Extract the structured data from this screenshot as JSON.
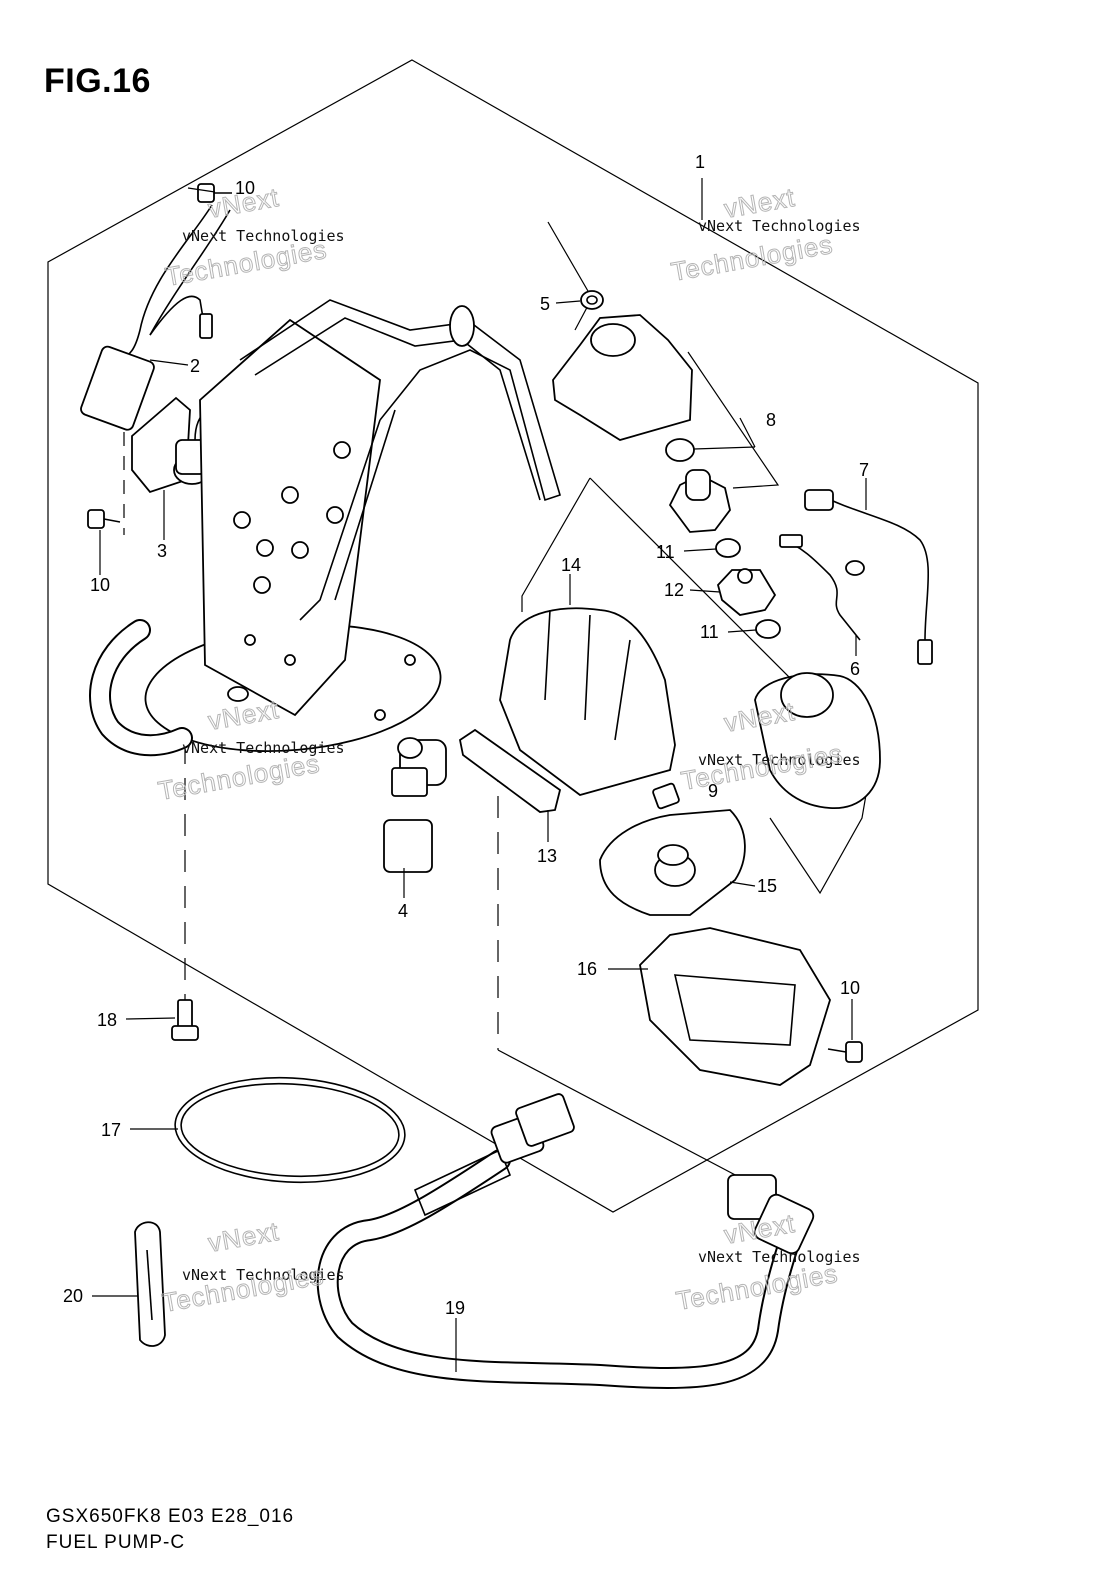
{
  "figure": {
    "title": "FIG.16",
    "model_code": "GSX650FK8 E03 E28_016",
    "section_name": "FUEL PUMP-C"
  },
  "callouts": [
    {
      "id": "c1",
      "label": "1"
    },
    {
      "id": "c2",
      "label": "2"
    },
    {
      "id": "c3",
      "label": "3"
    },
    {
      "id": "c4",
      "label": "4"
    },
    {
      "id": "c5",
      "label": "5"
    },
    {
      "id": "c6",
      "label": "6"
    },
    {
      "id": "c7",
      "label": "7"
    },
    {
      "id": "c8",
      "label": "8"
    },
    {
      "id": "c9",
      "label": "9"
    },
    {
      "id": "c10a",
      "label": "10"
    },
    {
      "id": "c10b",
      "label": "10"
    },
    {
      "id": "c10c",
      "label": "10"
    },
    {
      "id": "c11a",
      "label": "11"
    },
    {
      "id": "c11b",
      "label": "11"
    },
    {
      "id": "c12",
      "label": "12"
    },
    {
      "id": "c13",
      "label": "13"
    },
    {
      "id": "c14",
      "label": "14"
    },
    {
      "id": "c15",
      "label": "15"
    },
    {
      "id": "c16",
      "label": "16"
    },
    {
      "id": "c17",
      "label": "17"
    },
    {
      "id": "c18",
      "label": "18"
    },
    {
      "id": "c19",
      "label": "19"
    },
    {
      "id": "c20",
      "label": "20"
    }
  ],
  "watermark": {
    "line1": "vNext",
    "line2": "vNext Technologies",
    "line3": "Technologies"
  }
}
